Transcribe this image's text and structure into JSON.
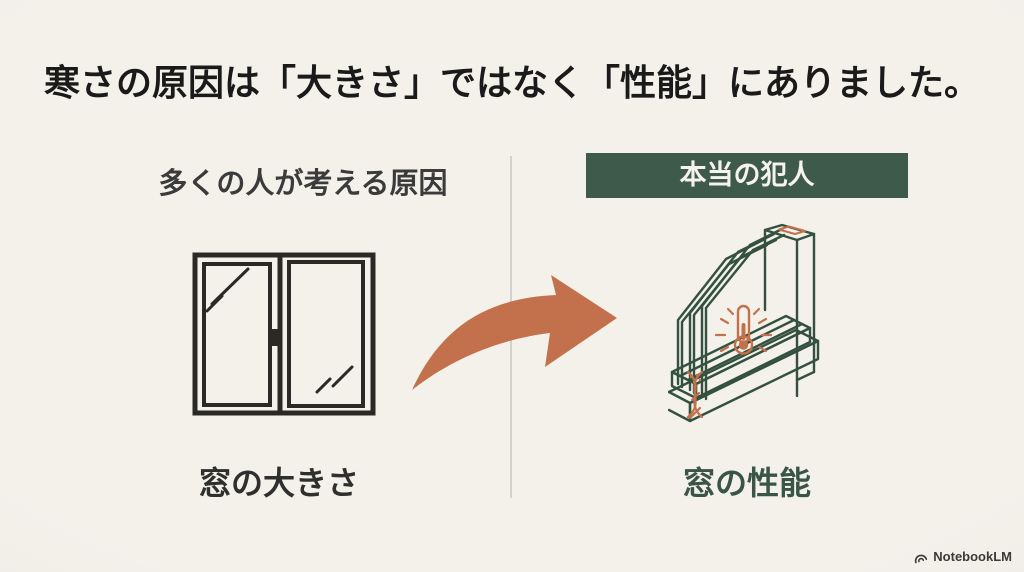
{
  "title": "寒さの原因は「大きさ」ではなく「性能」にありました。",
  "left_panel": {
    "heading": "多くの人が考える原因",
    "caption": "窓の大きさ",
    "illustration": "sliding-window"
  },
  "right_panel": {
    "heading": "本当の犯人",
    "caption": "窓の性能",
    "illustration": "triple-glazed-window-cross-section-with-thermometer"
  },
  "watermark": {
    "brand": "NotebookLM"
  },
  "colors": {
    "background": "#f3f1ea",
    "background_edge": "#e7e5de",
    "title_text": "#1a1a1a",
    "muted_heading": "#3b3b3b",
    "caption_dark": "#2f2f2d",
    "green_badge": "#3e5a4b",
    "badge_text": "#f5f3ec",
    "green_dark": "#34513f",
    "green_caption": "#3a5546",
    "accent_orange": "#c2714c",
    "window_line": "#2b2926",
    "divider": "#d3d1ca",
    "watermark_text": "#3b3a37"
  }
}
